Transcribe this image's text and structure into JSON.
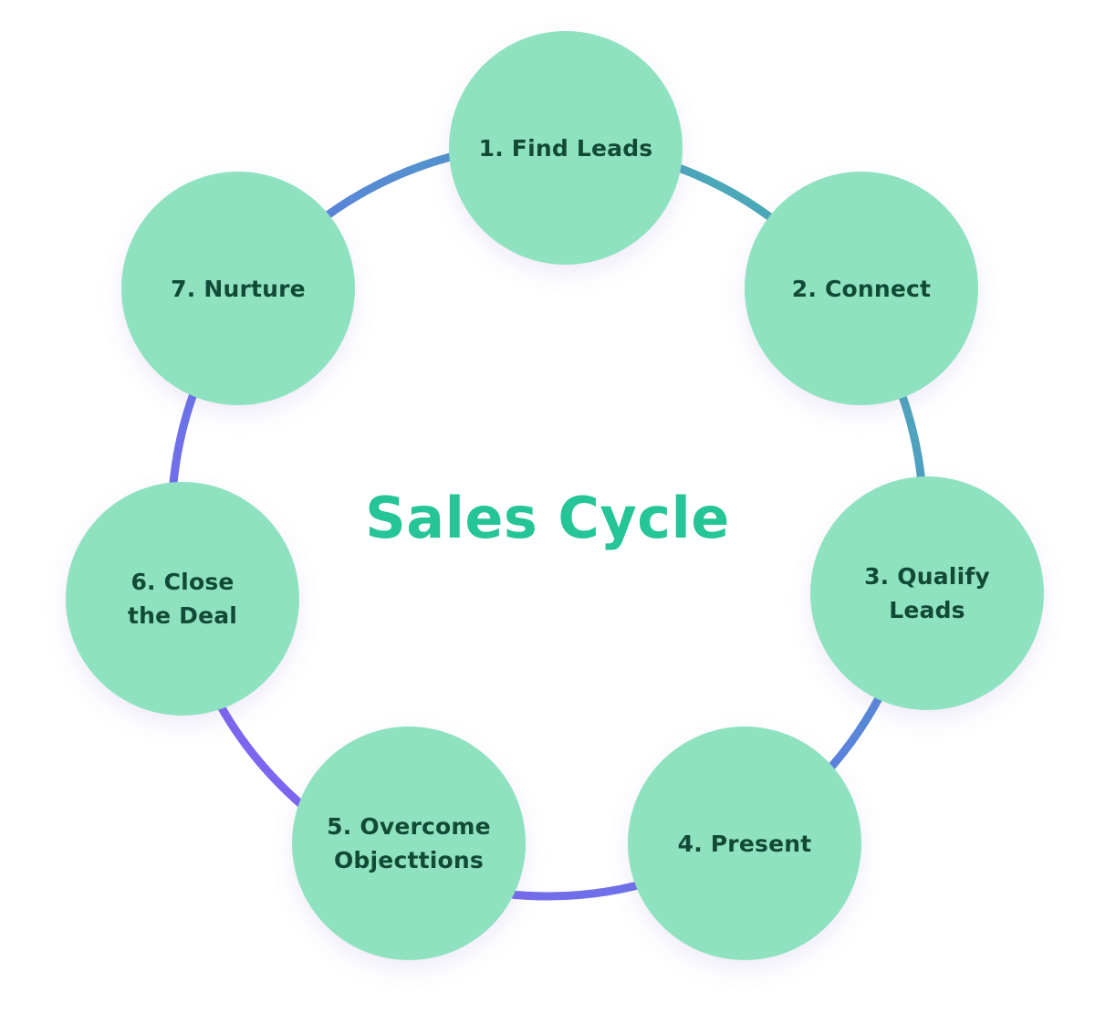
{
  "title": "Sales Cycle",
  "colors": {
    "title": "#26c597",
    "node_fill": "#8fe2bf",
    "node_text": "#124a38",
    "ring_gradient": [
      "#44bba6",
      "#5c7ee0",
      "#8a5cf5"
    ]
  },
  "steps": [
    {
      "label": "1.  Find Leads"
    },
    {
      "label": "2. Connect"
    },
    {
      "label": "3. Qualify Leads"
    },
    {
      "label": "4. Present"
    },
    {
      "label": "5. Overcome\nObjecttions"
    },
    {
      "label": "6. Close\nthe Deal"
    },
    {
      "label": "7. Nurture"
    }
  ]
}
